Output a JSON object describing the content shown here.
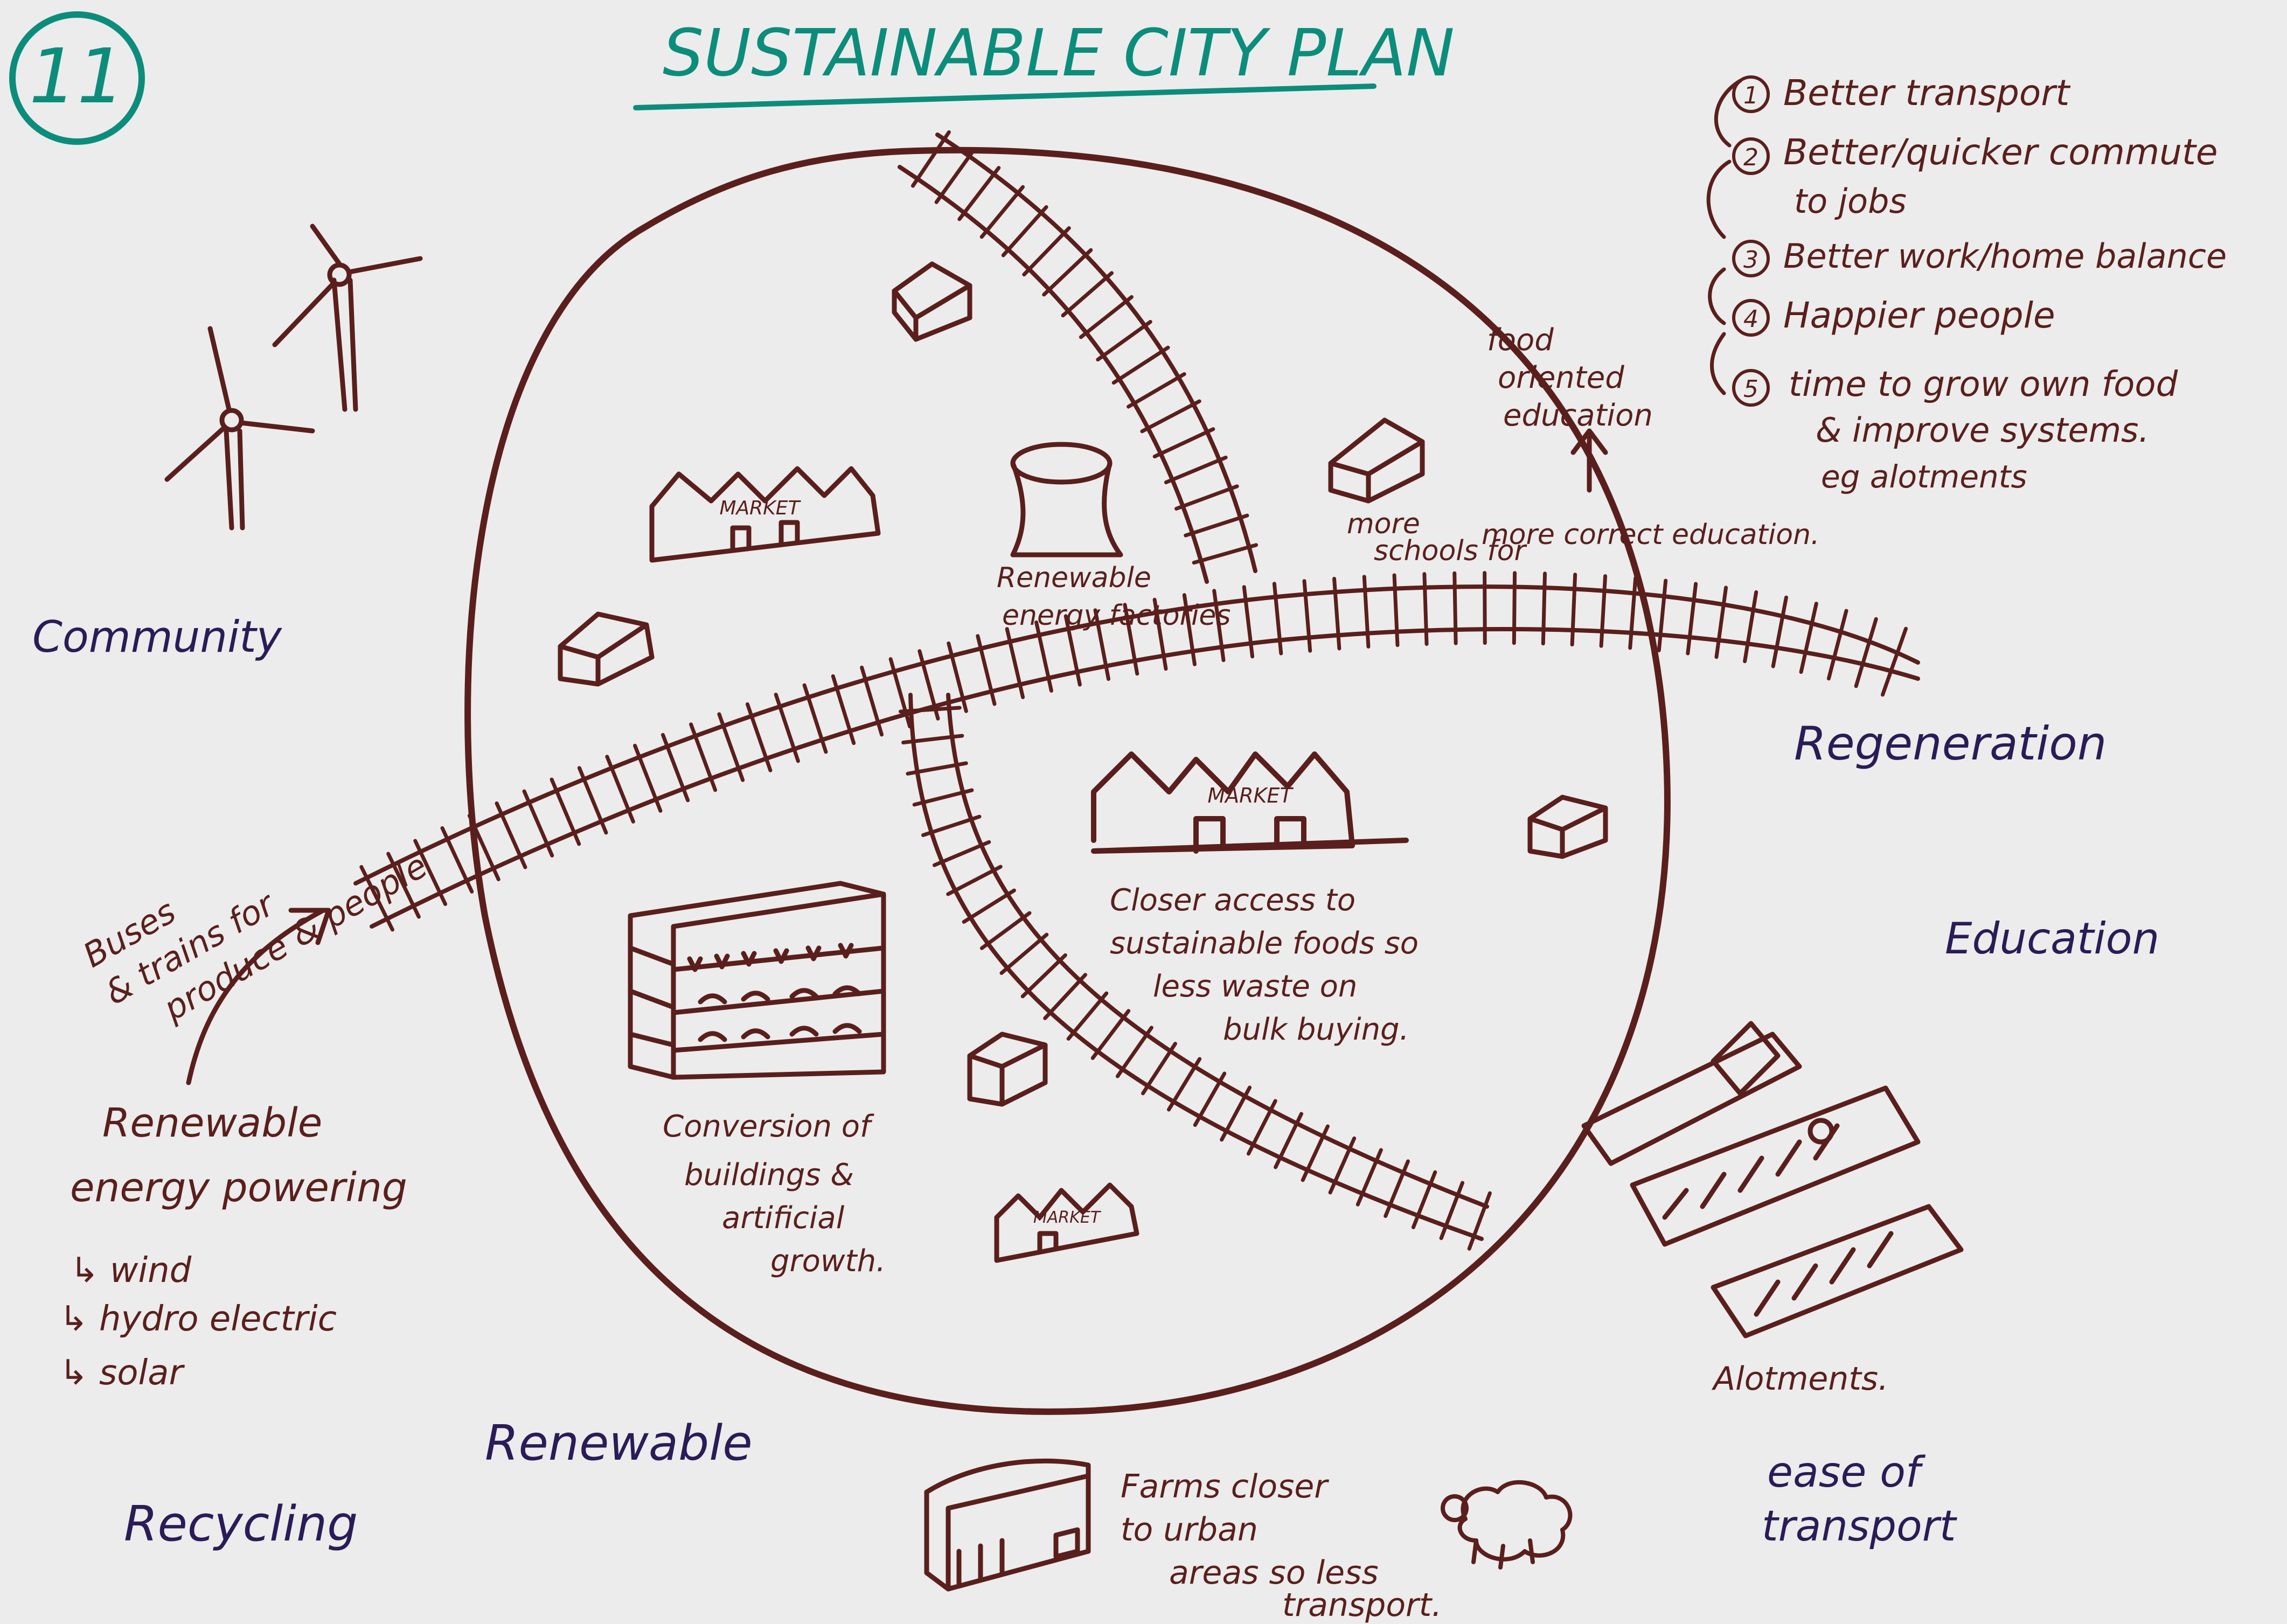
{
  "page_number": "11",
  "title": "SUSTAINABLE CITY PLAN",
  "goals": [
    {
      "num": "1",
      "lines": [
        "Better transport"
      ]
    },
    {
      "num": "2",
      "lines": [
        "Better/quicker commute",
        "to jobs"
      ]
    },
    {
      "num": "3",
      "lines": [
        "Better work/home balance"
      ]
    },
    {
      "num": "4",
      "lines": [
        "Happier people"
      ]
    },
    {
      "num": "5",
      "lines": [
        "time to grow own food",
        "& improve systems.",
        "eg alotments"
      ]
    }
  ],
  "themes": {
    "community": "Community",
    "regeneration": "Regeneration",
    "education": "Education",
    "renewable": "Renewable",
    "recycling": "Recycling",
    "ease_of_transport": [
      "ease of",
      "transport"
    ]
  },
  "annotations": {
    "food_education": [
      "food",
      "oriented",
      "education"
    ],
    "schools": [
      "more",
      "schools for",
      "more correct education."
    ],
    "renewable_factories": [
      "Renewable",
      "energy factories"
    ],
    "closer_access": [
      "Closer access to",
      "sustainable foods so",
      "less waste on",
      "bulk buying."
    ],
    "conversion": [
      "Conversion of",
      "buildings &",
      "artificial",
      "growth."
    ],
    "buses": [
      "Buses",
      "& trains for",
      "produce & people"
    ],
    "renewable_energy": [
      "Renewable",
      "energy powering"
    ],
    "energy_sources": [
      "wind",
      "hydro electric",
      "solar"
    ],
    "alotments": "Alotments.",
    "farms": [
      "Farms closer",
      "to urban",
      "areas so less",
      "transport."
    ]
  },
  "market_labels": {
    "large": "MARKET",
    "top": "MARKET",
    "bottom": "MARKET"
  },
  "colors": {
    "paper": "#ececec",
    "ink_brown": "#5a1f1c",
    "ink_navy": "#2a1c57",
    "ink_teal": "#0c8d7c"
  }
}
